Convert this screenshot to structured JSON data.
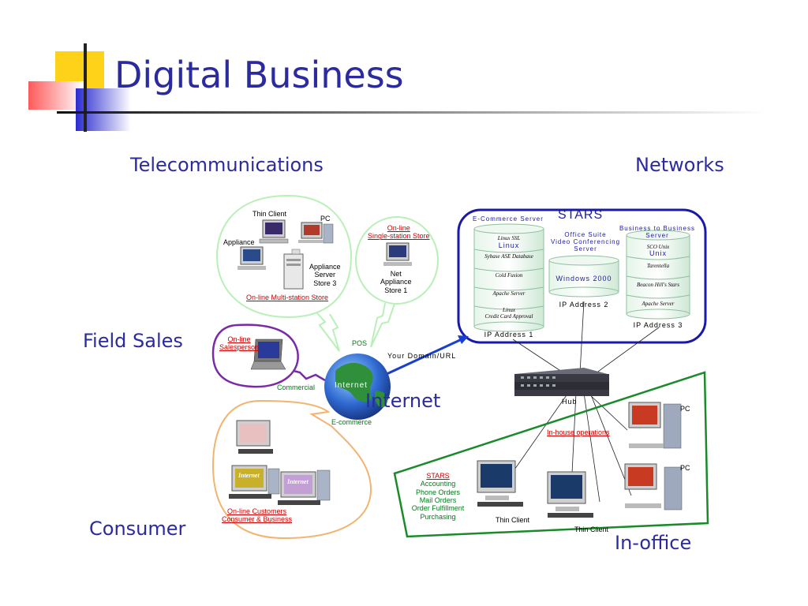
{
  "title": "Digital Business",
  "sections": {
    "telecommunications": "Telecommunications",
    "networks": "Networks",
    "field_sales": "Field Sales",
    "consumer": "Consumer",
    "in_office": "In-office",
    "internet": "Internet"
  },
  "telecom_cluster": {
    "thin_client": "Thin Client",
    "pc": "PC",
    "appliance": "Appliance",
    "appliance_server_line1": "Appliance",
    "appliance_server_line2": "Server",
    "appliance_server_line3": "Store 3",
    "multi_station_store": "On-line Multi-station Store",
    "single_station_line1": "On-line",
    "single_station_line2": "Single-station Store",
    "net_appliance_line1": "Net",
    "net_appliance_line2": "Appliance",
    "net_appliance_line3": "Store 1",
    "pos": "POS"
  },
  "field_sales": {
    "online_line1": "On-line",
    "online_line2": "Salesperson",
    "commercial": "Commercial"
  },
  "internet_hub": {
    "globe_label": "Internet",
    "your_domain": "Your Domain/URL",
    "ecommerce": "E-commerce"
  },
  "consumer": {
    "customers_line1": "On-line Customers",
    "customers_line2": "Consumer & Business",
    "screen_label": "Internet"
  },
  "servers": {
    "stars": "STARS",
    "ecommerce_server": "E-Commerce Server",
    "linux_ssl": "Linux SSL",
    "linux": "Linux",
    "sybase": "Sybase ASE Database",
    "cold_fusion": "Cold Fusion",
    "apache": "Apache Server",
    "linux2": "Linux",
    "credit_card": "Credit Card Approval",
    "ip1": "IP Address 1",
    "office_suite": "Office Suite",
    "video_conf": "Video Conferencing",
    "server": "Server",
    "windows2000": "Windows 2000",
    "ip2": "IP Address 2",
    "b2b_line1": "Business to Business",
    "b2b_line2": "Server",
    "sco_unix": "SCO Unix",
    "unix": "Unix",
    "tarentella": "Tarentella",
    "beacon": "Beacon Hill's Stars",
    "apache2": "Apache Server",
    "ip3": "IP Address 3"
  },
  "office": {
    "hub": "Hub",
    "inhouse": "In-house operations",
    "pc1": "PC",
    "pc2": "PC",
    "stars": "STARS",
    "items": [
      "Accounting",
      "Phone Orders",
      "Mail Orders",
      "Order Fulfillment",
      "Purchasing"
    ],
    "thin_client1": "Thin Client",
    "thin_client2": "Thin Client"
  },
  "colors": {
    "title": "#2b2b9f",
    "network_border": "#1a1aa8",
    "office_border": "#1a8a2a",
    "field_border": "#7a2aa8",
    "consumer_border": "#f2b470",
    "telecom_border": "#b8f0b8",
    "link_red": "#cc0000"
  }
}
